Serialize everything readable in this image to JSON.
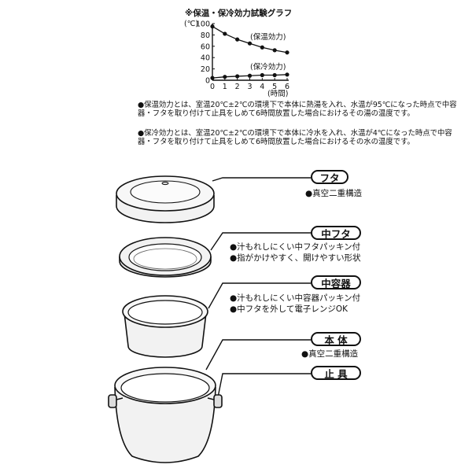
{
  "chart_data": {
    "type": "line",
    "title": "※保温・保冷効力試験グラフ",
    "ylabel": "(℃)",
    "xlabel": "(時間)",
    "x": [
      0,
      1,
      2,
      3,
      4,
      5,
      6
    ],
    "xlim": [
      0,
      6
    ],
    "ylim": [
      0,
      100
    ],
    "yticks": [
      "0",
      "20",
      "40",
      "60",
      "80",
      "100"
    ],
    "xticks": [
      "0",
      "1",
      "2",
      "3",
      "4",
      "5",
      "6"
    ],
    "grid": false,
    "series": [
      {
        "name": "(保温効力)",
        "values": [
          95,
          82,
          72,
          65,
          58,
          53,
          49
        ]
      },
      {
        "name": "(保冷効力)",
        "values": [
          4,
          6,
          7,
          8,
          9,
          9,
          10
        ]
      }
    ]
  },
  "notes": [
    "●保温効力とは、室温20℃±2℃の環境下で本体に熱湯を入れ、水温が95℃になった時点で中容器・フタを取り付けて止具をしめて6時間放置した場合におけるその湯の温度です。",
    "●保冷効力とは、室温20℃±2℃の環境下で本体に冷水を入れ、水温が4℃になった時点で中容器・フタを取り付けて止具をしめて6時間放置した場合におけるその水の温度です。"
  ],
  "parts": [
    {
      "label": "フタ",
      "features": [
        "●真空二重構造"
      ]
    },
    {
      "label": "中フタ",
      "features": [
        "●汁もれしにくい中フタパッキン付",
        "●指がかけやすく、開けやすい形状"
      ]
    },
    {
      "label": "中容器",
      "features": [
        "●汁もれしにくい中容器パッキン付",
        "●中フタを外して電子レンジOK"
      ]
    },
    {
      "label": "本 体",
      "features": [
        "●真空二重構造"
      ]
    },
    {
      "label": "止 具",
      "features": []
    }
  ],
  "colors": {
    "ink": "#111111",
    "container": "#f2f2f2"
  }
}
